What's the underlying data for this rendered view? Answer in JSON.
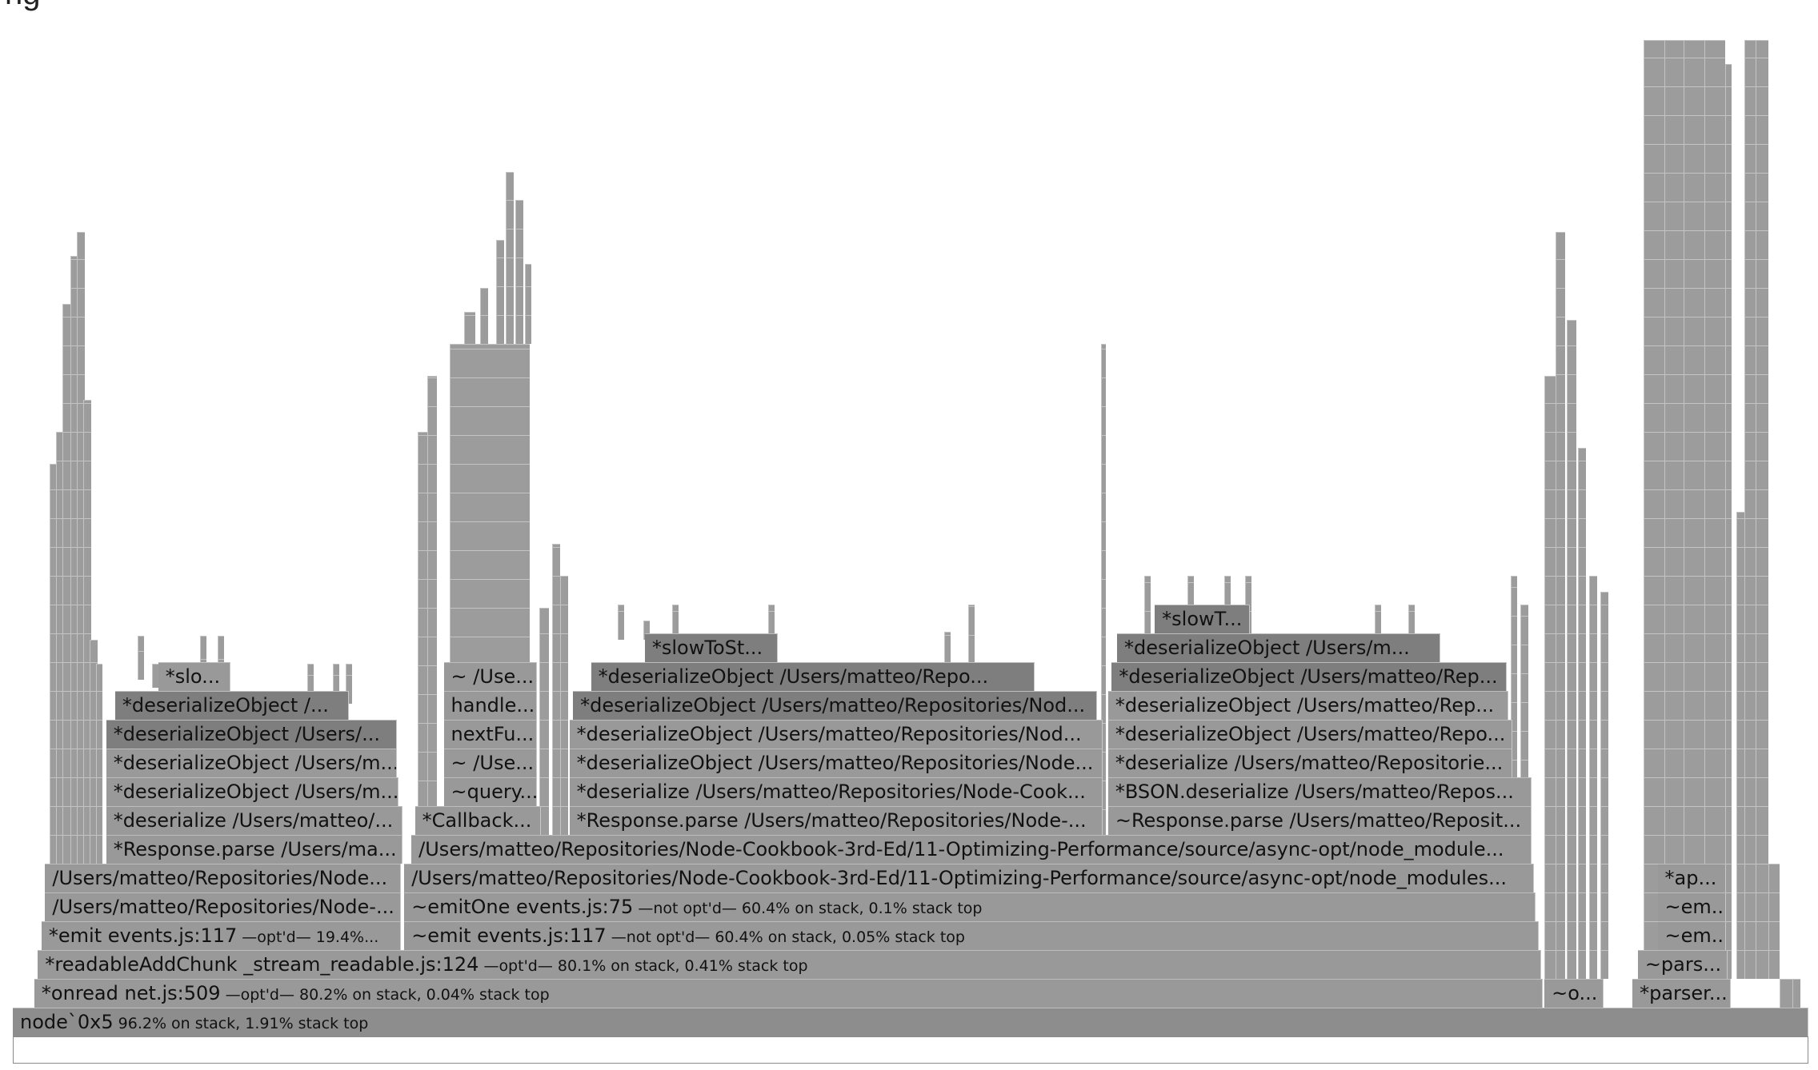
{
  "page": {
    "title_fragment": "ng"
  },
  "colors": {
    "frame": "#999999",
    "hot": "#7e7e7e",
    "root": "#8d8d8d",
    "background": "#ffffff"
  },
  "chart_data": {
    "type": "flamegraph",
    "title": "",
    "root": {
      "label": "node`0x5",
      "info": "96.2% on stack, 1.91% stack top"
    },
    "frames": [
      {
        "label": "node`0x5",
        "info": "96.2% on stack, 1.91% stack top",
        "depth": 0,
        "start": 0.0,
        "width": 1.0,
        "hot": false
      },
      {
        "label": "*onread net.js:509",
        "info": "—opt'd— 80.2% on stack, 0.04% stack top",
        "depth": 1,
        "start": 0.012,
        "width": 0.84,
        "hot": false
      },
      {
        "label": "~o...",
        "info": "",
        "depth": 1,
        "start": 0.853,
        "width": 0.033,
        "hot": false
      },
      {
        "label": "*parser...",
        "info": "",
        "depth": 1,
        "start": 0.902,
        "width": 0.055,
        "hot": false
      },
      {
        "label": "*readableAddChunk _stream_readable.js:124",
        "info": "—opt'd— 80.1% on stack, 0.41% stack top",
        "depth": 2,
        "start": 0.014,
        "width": 0.837,
        "hot": false
      },
      {
        "label": "~pars...",
        "info": "",
        "depth": 2,
        "start": 0.905,
        "width": 0.05,
        "hot": false
      },
      {
        "label": "*emit events.js:117",
        "info": "—opt'd— 19.4%...",
        "depth": 3,
        "start": 0.016,
        "width": 0.2,
        "hot": false
      },
      {
        "label": "~emit events.js:117",
        "info": "—not opt'd— 60.4% on stack, 0.05% stack top",
        "depth": 3,
        "start": 0.218,
        "width": 0.632,
        "hot": false
      },
      {
        "label": "~em...",
        "info": "",
        "depth": 3,
        "start": 0.916,
        "width": 0.038,
        "hot": false
      },
      {
        "label": "/Users/matteo/Repositories/Node-...",
        "info": "",
        "depth": 4,
        "start": 0.018,
        "width": 0.198,
        "hot": false
      },
      {
        "label": "~emitOne events.js:75",
        "info": "—not opt'd— 60.4% on stack, 0.1% stack top",
        "depth": 4,
        "start": 0.218,
        "width": 0.63,
        "hot": false
      },
      {
        "label": "~em...",
        "info": "",
        "depth": 4,
        "start": 0.916,
        "width": 0.038,
        "hot": false
      },
      {
        "label": "/Users/matteo/Repositories/Node...",
        "info": "",
        "depth": 5,
        "start": 0.018,
        "width": 0.198,
        "hot": false
      },
      {
        "label": "/Users/matteo/Repositories/Node-Cookbook-3rd-Ed/11-Optimizing-Performance/source/async-opt/node_modules...",
        "info": "",
        "depth": 5,
        "start": 0.218,
        "width": 0.629,
        "hot": false
      },
      {
        "label": "*ap...",
        "info": "",
        "depth": 5,
        "start": 0.916,
        "width": 0.038,
        "hot": false
      },
      {
        "label": "*Response.parse /Users/ma...",
        "info": "",
        "depth": 6,
        "start": 0.052,
        "width": 0.165,
        "hot": false
      },
      {
        "label": "/Users/matteo/Repositories/Node-Cookbook-3rd-Ed/11-Optimizing-Performance/source/async-opt/node_module...",
        "info": "",
        "depth": 6,
        "start": 0.222,
        "width": 0.624,
        "hot": false
      },
      {
        "label": "*deserialize /Users/matteo/...",
        "info": "",
        "depth": 7,
        "start": 0.052,
        "width": 0.165,
        "hot": false
      },
      {
        "label": "*Callback...",
        "info": "",
        "depth": 7,
        "start": 0.224,
        "width": 0.07,
        "hot": false
      },
      {
        "label": "*Response.parse /Users/matteo/Repositories/Node-...",
        "info": "",
        "depth": 7,
        "start": 0.31,
        "width": 0.297,
        "hot": false
      },
      {
        "label": "~Response.parse /Users/matteo/Reposit...",
        "info": "",
        "depth": 7,
        "start": 0.61,
        "width": 0.236,
        "hot": false
      },
      {
        "label": "*deserializeObject /Users/m...",
        "info": "",
        "depth": 8,
        "start": 0.052,
        "width": 0.163,
        "hot": false
      },
      {
        "label": "~query...",
        "info": "",
        "depth": 8,
        "start": 0.24,
        "width": 0.052,
        "hot": false
      },
      {
        "label": "*deserialize /Users/matteo/Repositories/Node-Cook...",
        "info": "",
        "depth": 8,
        "start": 0.31,
        "width": 0.297,
        "hot": false
      },
      {
        "label": "*BSON.deserialize /Users/matteo/Repos...",
        "info": "",
        "depth": 8,
        "start": 0.61,
        "width": 0.236,
        "hot": false
      },
      {
        "label": "*deserializeObject /Users/m...",
        "info": "",
        "depth": 9,
        "start": 0.052,
        "width": 0.162,
        "hot": false
      },
      {
        "label": "~ /Use...",
        "info": "",
        "depth": 9,
        "start": 0.24,
        "width": 0.052,
        "hot": false
      },
      {
        "label": "*deserializeObject /Users/matteo/Repositories/Node...",
        "info": "",
        "depth": 9,
        "start": 0.31,
        "width": 0.297,
        "hot": false
      },
      {
        "label": "*deserialize /Users/matteo/Repositorie...",
        "info": "",
        "depth": 9,
        "start": 0.61,
        "width": 0.225,
        "hot": false
      },
      {
        "label": "*deserializeObject /Users/...",
        "info": "",
        "depth": 10,
        "start": 0.052,
        "width": 0.162,
        "hot": true
      },
      {
        "label": "nextFu...",
        "info": "",
        "depth": 10,
        "start": 0.24,
        "width": 0.052,
        "hot": false
      },
      {
        "label": "*deserializeObject /Users/matteo/Repositories/Nod...",
        "info": "",
        "depth": 10,
        "start": 0.31,
        "width": 0.297,
        "hot": false
      },
      {
        "label": "*deserializeObject /Users/matteo/Repo...",
        "info": "",
        "depth": 10,
        "start": 0.61,
        "width": 0.225,
        "hot": false
      },
      {
        "label": "*deserializeObject /...",
        "info": "",
        "depth": 11,
        "start": 0.057,
        "width": 0.13,
        "hot": true
      },
      {
        "label": "handle...",
        "info": "",
        "depth": 11,
        "start": 0.24,
        "width": 0.052,
        "hot": false
      },
      {
        "label": "*deserializeObject /Users/matteo/Repositories/Nod...",
        "info": "",
        "depth": 11,
        "start": 0.312,
        "width": 0.292,
        "hot": true
      },
      {
        "label": "*deserializeObject /Users/matteo/Rep...",
        "info": "",
        "depth": 11,
        "start": 0.61,
        "width": 0.223,
        "hot": false
      },
      {
        "label": "*slo...",
        "info": "",
        "depth": 12,
        "start": 0.081,
        "width": 0.04,
        "hot": false
      },
      {
        "label": "~ /Use...",
        "info": "",
        "depth": 12,
        "start": 0.24,
        "width": 0.052,
        "hot": false
      },
      {
        "label": "*deserializeObject /Users/matteo/Repo...",
        "info": "",
        "depth": 12,
        "start": 0.322,
        "width": 0.247,
        "hot": true
      },
      {
        "label": "*deserializeObject /Users/matteo/Rep...",
        "info": "",
        "depth": 12,
        "start": 0.612,
        "width": 0.22,
        "hot": true
      },
      {
        "label": "*slowToSt...",
        "info": "",
        "depth": 13,
        "start": 0.352,
        "width": 0.074,
        "hot": true
      },
      {
        "label": "*deserializeObject /Users/m...",
        "info": "",
        "depth": 13,
        "start": 0.615,
        "width": 0.18,
        "hot": true
      },
      {
        "label": "*slowT...",
        "info": "",
        "depth": 14,
        "start": 0.636,
        "width": 0.053,
        "hot": true
      }
    ]
  }
}
